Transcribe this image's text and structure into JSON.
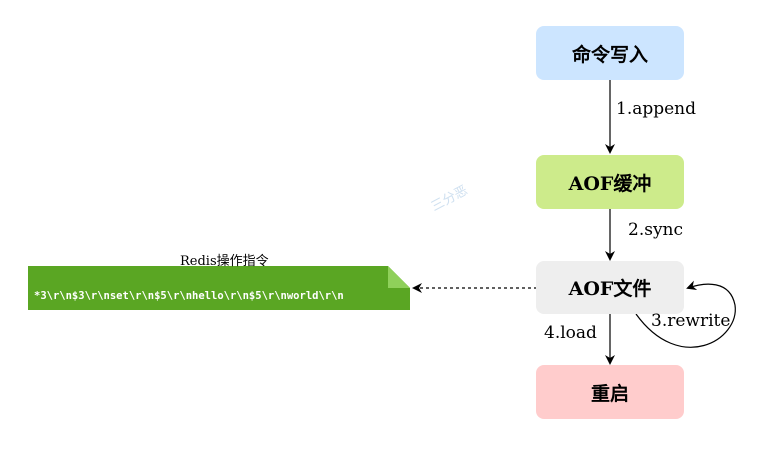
{
  "nodes": {
    "command_write": {
      "label": "命令写入",
      "color": "#cce5ff"
    },
    "aof_buffer": {
      "label": "AOF缓冲",
      "color": "#cdeb8b"
    },
    "aof_file": {
      "label": "AOF文件",
      "color": "#eeeeee"
    },
    "restart": {
      "label": "重启",
      "color": "#ffcccc"
    }
  },
  "edges": {
    "append": "1.append",
    "sync": "2.sync",
    "rewrite": "3.rewrite",
    "load": "4.load"
  },
  "note": {
    "title": "Redis操作指令",
    "text": "*3\\r\\n$3\\r\\nset\\r\\n$5\\r\\nhello\\r\\n$5\\r\\nworld\\r\\n",
    "color": "#5aa623"
  },
  "watermark": "三分恶"
}
